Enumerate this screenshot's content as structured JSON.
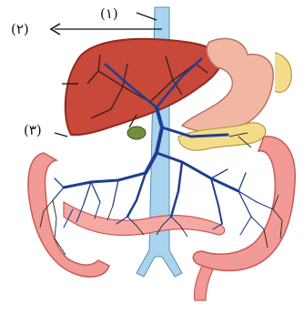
{
  "labels": {
    "label_1": "(۱)",
    "label_2": "(۲)",
    "label_3": "(۳)"
  },
  "colors": {
    "liver": "#c8483a",
    "liver_dark": "#8e2b22",
    "stomach": "#f2b7a3",
    "intestine": "#f29a95",
    "intestine_edge": "#c65a58",
    "portal_vein": "#1f3e8e",
    "vena_cava": "#a9d3ee",
    "pancreas": "#f4dc8a",
    "gallbladder": "#6f8f3a"
  }
}
